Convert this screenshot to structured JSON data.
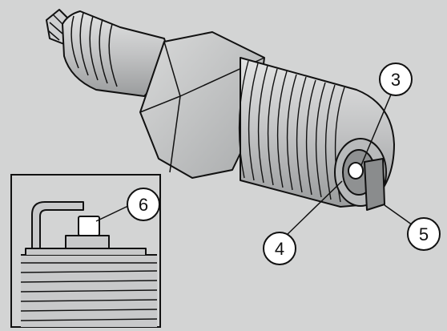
{
  "colors": {
    "background": "#d3d4d4",
    "metal": "#c4c5c6",
    "metal_dark": "#8e9091",
    "outline": "#111111",
    "callout_fill": "#ffffff"
  },
  "callouts": [
    {
      "id": "3",
      "label": "3"
    },
    {
      "id": "4",
      "label": "4"
    },
    {
      "id": "5",
      "label": "5"
    },
    {
      "id": "6",
      "label": "6"
    }
  ]
}
